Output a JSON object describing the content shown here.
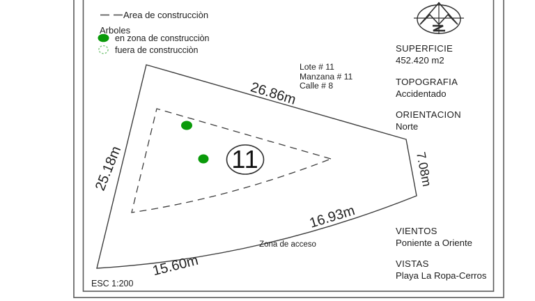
{
  "legend": {
    "area_line_label": "Area de construcciòn",
    "trees_title": "Arboles",
    "tree_in_zone": "en zona de construcciòn",
    "tree_out_zone": "fuera de construcciòn"
  },
  "lot_info": {
    "lote": "Lote # 11",
    "manzana": "Manzana # 11",
    "calle": "Calle # 8"
  },
  "properties": [
    {
      "label": "SUPERFICIE",
      "value": "452.420 m2"
    },
    {
      "label": "TOPOGRAFIA",
      "value": "Accidentado"
    },
    {
      "label": "ORIENTACION",
      "value": "Norte"
    },
    {
      "label": "VIENTOS",
      "value": "Poniente a Oriente"
    },
    {
      "label": "VISTAS",
      "value": "Playa La Ropa-Cerros"
    }
  ],
  "measurements": {
    "top_edge": "26.86m",
    "left_edge": "25.18m",
    "right_edge": "7.08m",
    "bottom_right_edge": "16.93m",
    "bottom_left_edge": "15.60m"
  },
  "plot": {
    "lot_number": "11",
    "access_zone_label": "Zona de acceso",
    "scale_label": "ESC 1:200"
  },
  "colors": {
    "tree_fill_green": "#0a9a0a",
    "tree_outline_green": "#76c476"
  }
}
